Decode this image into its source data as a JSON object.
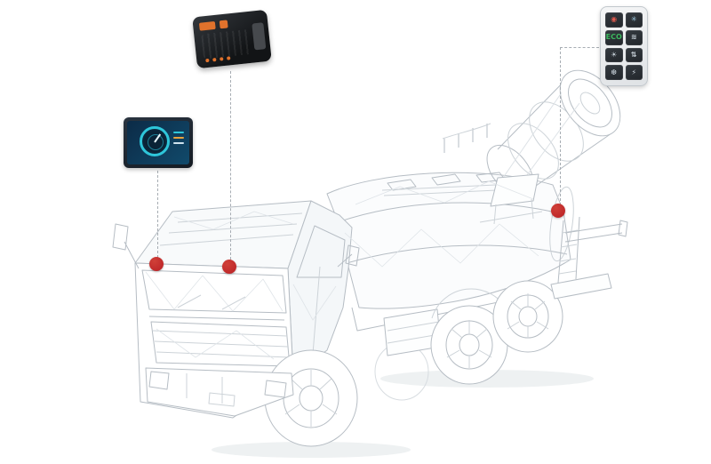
{
  "colors": {
    "accent_red": "#b92025",
    "dash_line": "#a7adb3",
    "wireframe": "#b6bdc4",
    "device_orange": "#e0722c",
    "screen_teal": "#2ec6da",
    "eco_green": "#3cb95f"
  },
  "callouts": [
    {
      "id": "display",
      "device": "touchscreen-display-unit"
    },
    {
      "id": "controller",
      "device": "control-module-unit"
    },
    {
      "id": "keypad",
      "device": "membrane-keypad-unit"
    }
  ],
  "display": {
    "gauge_icon": "speed-gauge-icon"
  },
  "keypad": {
    "buttons": [
      {
        "name": "power-button",
        "icon": "power-icon",
        "glyph": "◉",
        "color": "#e05a4e"
      },
      {
        "name": "fan-button",
        "icon": "fan-icon",
        "glyph": "✳",
        "color": "#9fc9e0"
      },
      {
        "name": "eco-button",
        "icon": "eco-label",
        "glyph": "ECO",
        "color": "#3cb95f"
      },
      {
        "name": "spray-button",
        "icon": "spray-icon",
        "glyph": "≋",
        "color": "#c9d2da"
      },
      {
        "name": "light-button",
        "icon": "light-icon",
        "glyph": "☀",
        "color": "#c9d2da"
      },
      {
        "name": "updown-button",
        "icon": "up-down-icon",
        "glyph": "⇅",
        "color": "#c9d2da"
      },
      {
        "name": "mist-button",
        "icon": "mist-icon",
        "glyph": "❆",
        "color": "#c9d2da"
      },
      {
        "name": "bolt-button",
        "icon": "bolt-icon",
        "glyph": "⚡",
        "color": "#c9d2da"
      }
    ]
  }
}
